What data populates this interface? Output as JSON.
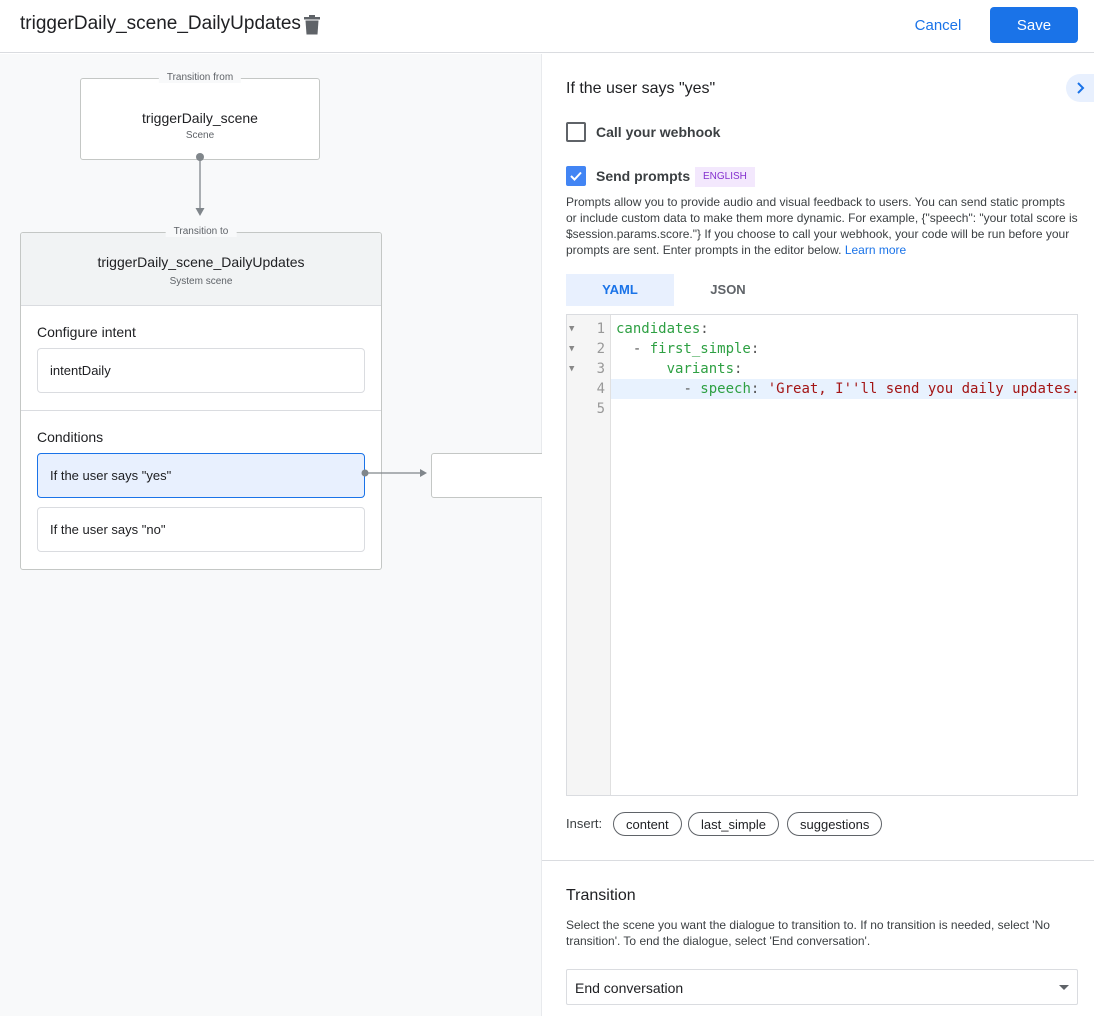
{
  "header": {
    "title": "triggerDaily_scene_DailyUpdates",
    "cancel": "Cancel",
    "save": "Save",
    "delete_icon": "trash-icon"
  },
  "flow": {
    "from": {
      "legend": "Transition from",
      "name": "triggerDaily_scene",
      "type": "Scene"
    },
    "to": {
      "legend": "Transition to",
      "name": "triggerDaily_scene_DailyUpdates",
      "type": "System scene",
      "intent_heading": "Configure intent",
      "intent": "intentDaily",
      "conditions_heading": "Conditions",
      "conditions": [
        "If the user says \"yes\"",
        "If the user says \"no\""
      ]
    }
  },
  "panel": {
    "title": "If the user says \"yes\"",
    "webhook_label": "Call your webhook",
    "webhook_checked": false,
    "prompts_label": "Send prompts",
    "prompts_checked": true,
    "language_badge": "ENGLISH",
    "description": "Prompts allow you to provide audio and visual feedback to users. You can send static prompts or include custom data to make them more dynamic. For example, {\"speech\": \"your total score is $session.params.score.\"} If you choose to call your webhook, your code will be run before your prompts are sent. Enter prompts in the editor below. ",
    "learn_more": "Learn more",
    "tabs": [
      "YAML",
      "JSON"
    ],
    "active_tab": "YAML",
    "code_lines": [
      {
        "n": "1",
        "indent": "",
        "dash": "",
        "key": "candidates",
        "sep": ":",
        "value": ""
      },
      {
        "n": "2",
        "indent": "  ",
        "dash": "- ",
        "key": "first_simple",
        "sep": ":",
        "value": ""
      },
      {
        "n": "3",
        "indent": "      ",
        "dash": "",
        "key": "variants",
        "sep": ":",
        "value": ""
      },
      {
        "n": "4",
        "indent": "        ",
        "dash": "- ",
        "key": "speech",
        "sep": ": ",
        "value": "'Great, I''ll send you daily updates."
      },
      {
        "n": "5",
        "indent": "",
        "dash": "",
        "key": "",
        "sep": "",
        "value": ""
      }
    ],
    "insert_label": "Insert:",
    "insert_chips": [
      "content",
      "last_simple",
      "suggestions"
    ],
    "transition_heading": "Transition",
    "transition_desc": "Select the scene you want the dialogue to transition to. If no transition is needed, select 'No transition'. To end the dialogue, select 'End conversation'.",
    "transition_value": "End conversation"
  },
  "colors": {
    "accent": "#1a73e8",
    "yaml_key": "#2ea043",
    "yaml_string": "#a31515",
    "badge_bg": "#f3e8fd",
    "badge_text": "#8430ce"
  }
}
